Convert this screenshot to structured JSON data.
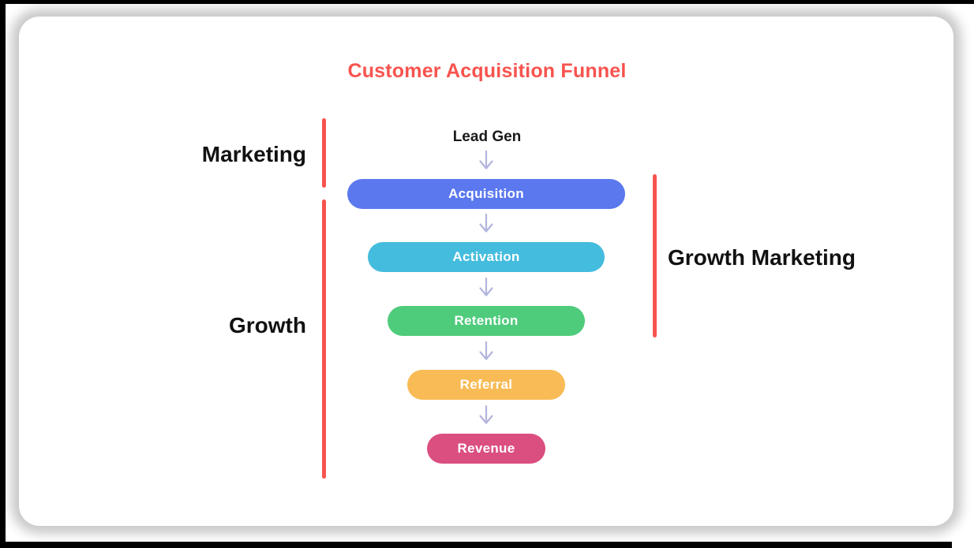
{
  "title": {
    "text": "Customer Acquisition Funnel",
    "color": "#F8534E"
  },
  "funnel": {
    "source_label": "Lead Gen",
    "arrow_color": "#B4B4E0",
    "stages": [
      {
        "label": "Acquisition",
        "color": "#5B78EE"
      },
      {
        "label": "Activation",
        "color": "#44BCDE"
      },
      {
        "label": "Retention",
        "color": "#4FCB7C"
      },
      {
        "label": "Referral",
        "color": "#F8BB55"
      },
      {
        "label": "Revenue",
        "color": "#DB4E80"
      }
    ]
  },
  "annotations": {
    "bracket_color": "#F8534E",
    "marketing": {
      "label": "Marketing"
    },
    "growth": {
      "label": "Growth"
    },
    "growth_marketing": {
      "label": "Growth Marketing"
    }
  }
}
